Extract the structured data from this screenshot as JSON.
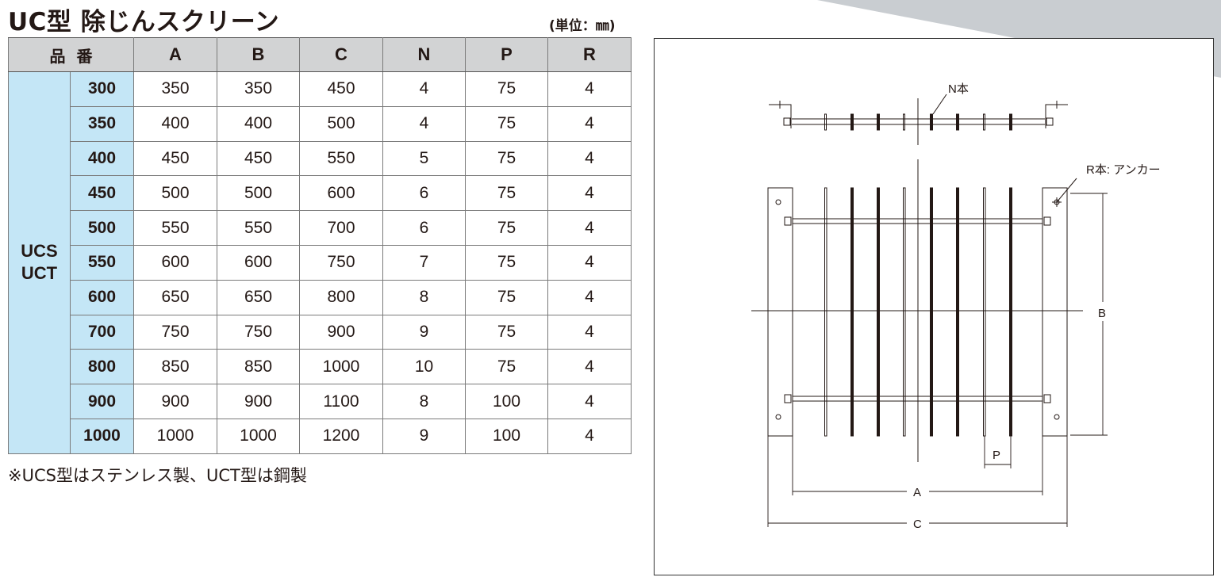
{
  "title": "UC型 除じんスクリーン",
  "unit": "(単位：㎜)",
  "table": {
    "headers": [
      "品番",
      "A",
      "B",
      "C",
      "N",
      "P",
      "R"
    ],
    "series_line1": "UCS",
    "series_line2": "UCT",
    "rows": [
      [
        "300",
        "350",
        "350",
        "450",
        "4",
        "75",
        "4"
      ],
      [
        "350",
        "400",
        "400",
        "500",
        "4",
        "75",
        "4"
      ],
      [
        "400",
        "450",
        "450",
        "550",
        "5",
        "75",
        "4"
      ],
      [
        "450",
        "500",
        "500",
        "600",
        "6",
        "75",
        "4"
      ],
      [
        "500",
        "550",
        "550",
        "700",
        "6",
        "75",
        "4"
      ],
      [
        "550",
        "600",
        "600",
        "750",
        "7",
        "75",
        "4"
      ],
      [
        "600",
        "650",
        "650",
        "800",
        "8",
        "75",
        "4"
      ],
      [
        "700",
        "750",
        "750",
        "900",
        "9",
        "75",
        "4"
      ],
      [
        "800",
        "850",
        "850",
        "1000",
        "10",
        "75",
        "4"
      ],
      [
        "900",
        "900",
        "900",
        "1100",
        "8",
        "100",
        "4"
      ],
      [
        "1000",
        "1000",
        "1000",
        "1200",
        "9",
        "100",
        "4"
      ]
    ]
  },
  "note": "※UCS型はステンレス製、UCT型は鋼製",
  "drawing": {
    "label_n": "N本",
    "label_r": "R本: アンカー",
    "label_a": "A",
    "label_b": "B",
    "label_c": "C",
    "label_p": "P"
  },
  "colors": {
    "header_bg": "#d2d3d4",
    "series_bg": "#c4e6f6",
    "band": "#c9cdd1"
  }
}
